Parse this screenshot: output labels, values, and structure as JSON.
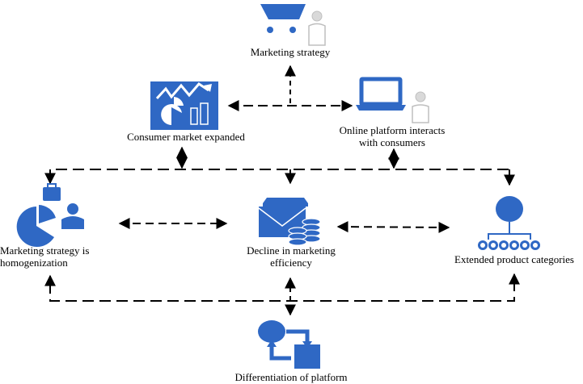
{
  "colors": {
    "icon": "#2F68C4",
    "person": "#D9D9D9",
    "line": "#000000"
  },
  "nodes": {
    "marketing_strategy": {
      "label": "Marketing strategy",
      "icon": "shopping-cart-person-icon"
    },
    "consumer_market": {
      "label": "Consumer market expanded",
      "icon": "growth-chart-icon"
    },
    "online_platform": {
      "label_line1": "Online platform interacts",
      "label_line2": "with consumers",
      "icon": "laptop-person-icon"
    },
    "homogenization": {
      "label_line1": "Marketing strategy is",
      "label_line2": "homogenization",
      "icon": "pie-chart-briefcase-person-icon"
    },
    "decline": {
      "label_line1": "Decline in marketing",
      "label_line2": "efficiency",
      "icon": "envelope-coins-icon"
    },
    "extended": {
      "label": "Extended product categories",
      "icon": "organization-people-icon"
    },
    "differentiation": {
      "label": "Differentiation of platform",
      "icon": "process-flow-icon"
    }
  }
}
